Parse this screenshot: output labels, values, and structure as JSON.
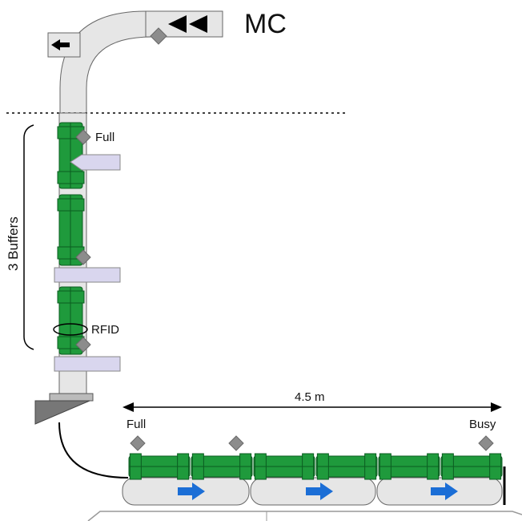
{
  "labels": {
    "mc": "MC",
    "buffers": "3 Buffers",
    "rfid": "RFID",
    "full_vertical": "Full",
    "full_horizontal": "Full",
    "busy": "Busy",
    "length": "4.5 m"
  },
  "icons": {
    "direction_mc": "double-left-arrow",
    "direction_exit": "left-arrow",
    "conveyor_direction": "right-arrow",
    "sensor": "diamond-sensor"
  },
  "colors": {
    "carrier_green": "#1f9a3c",
    "carrier_dark": "#0b5c20",
    "track_grey": "#e6e6e6",
    "stopper_lavender": "#d9d6ee",
    "sensor_grey": "#8c8c8c",
    "arrow_blue": "#1b6ed6"
  }
}
